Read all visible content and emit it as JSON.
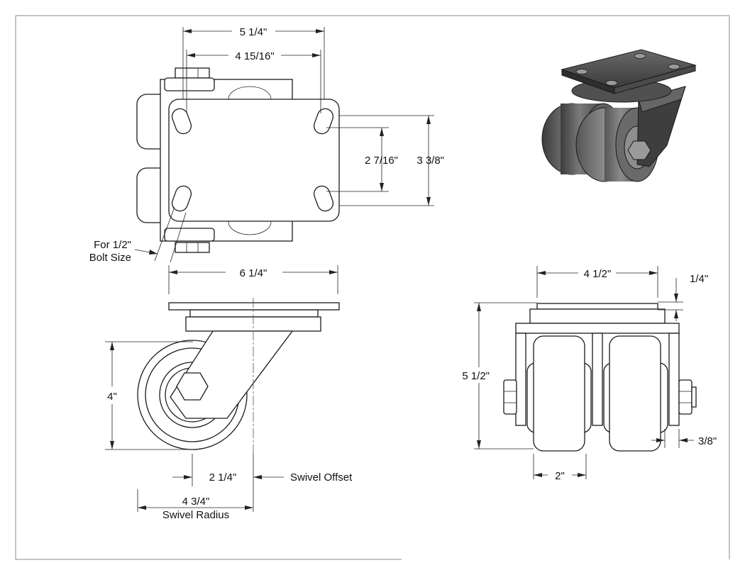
{
  "colors": {
    "line": "#1a1a1a",
    "background": "#ffffff",
    "shade_dark": "#3c3c3c",
    "shade_mid": "#6e6e6e",
    "shade_light": "#9a9a9a"
  },
  "top_view": {
    "overall_plate_length": "5 1/4\"",
    "hole_spacing_length": "4 15/16\"",
    "hole_spacing_width": "2 7/16\"",
    "overall_plate_width": "3 3/8\"",
    "bolt_note_line1": "For 1/2\"",
    "bolt_note_line2": "Bolt Size"
  },
  "side_view": {
    "overall_width": "6 1/4\"",
    "wheel_diameter": "4\"",
    "swivel_offset_value": "2 1/4\"",
    "swivel_offset_label": "Swivel Offset",
    "swivel_radius_value": "4 3/4\"",
    "swivel_radius_label": "Swivel Radius"
  },
  "front_view": {
    "plate_width": "4 1/2\"",
    "plate_thickness": "1/4\"",
    "overall_height": "5 1/2\"",
    "wheel_width": "2\"",
    "axle_offset": "3/8\""
  },
  "isometric_view": {
    "icon": "dual-wheel-caster-icon"
  }
}
